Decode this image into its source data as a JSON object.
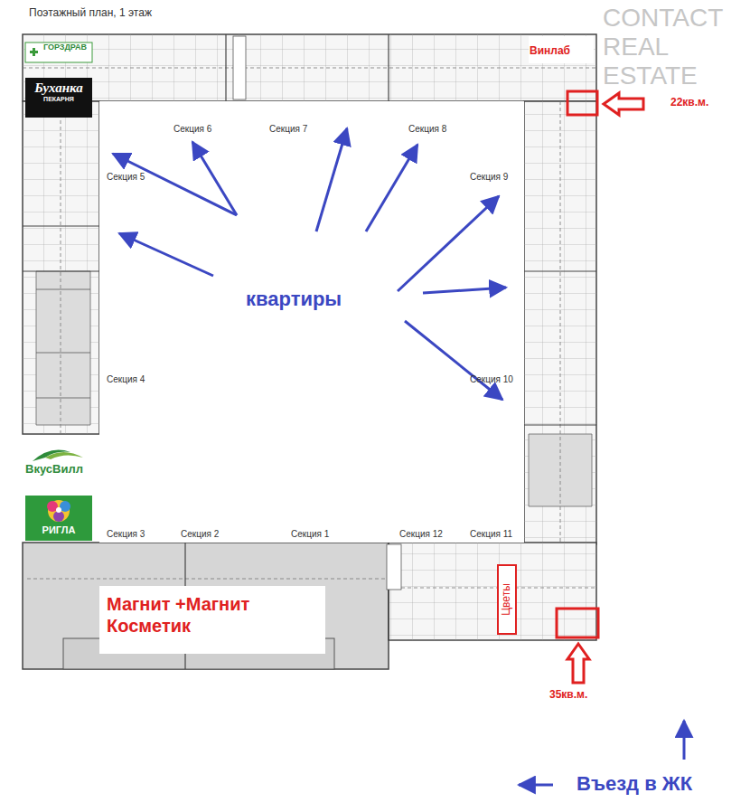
{
  "diagram": {
    "title": "Поэтажный план, 1 этаж",
    "nodes": [
      {
        "text": [
          "ГОРЗДРАВ"
        ]
      },
      {
        "text": [
          "Буханка",
          "ПЕКАРНЯ"
        ]
      },
      {
        "text": [
          "РИГЛА"
        ]
      },
      {
        "text": [
          "Магнит +Магнит Косметик"
        ]
      },
      {
        "text": [
          "Цветы"
        ]
      }
    ],
    "labels": [
      "CONTACT",
      "REAL",
      "ESTATE",
      "Винлаб",
      "22кв.м.",
      "Секция 6",
      "Секция 7",
      "Секция 8",
      "Секция 5",
      "Секция 9",
      "квартиры",
      "Секция 4",
      "Секция 10",
      "ВкусВилл",
      "Секция 3",
      "Секция 2",
      "Секция 1",
      "Секция 12",
      "Секция 11",
      "35кв.м.",
      "Въезд в ЖК"
    ]
  }
}
